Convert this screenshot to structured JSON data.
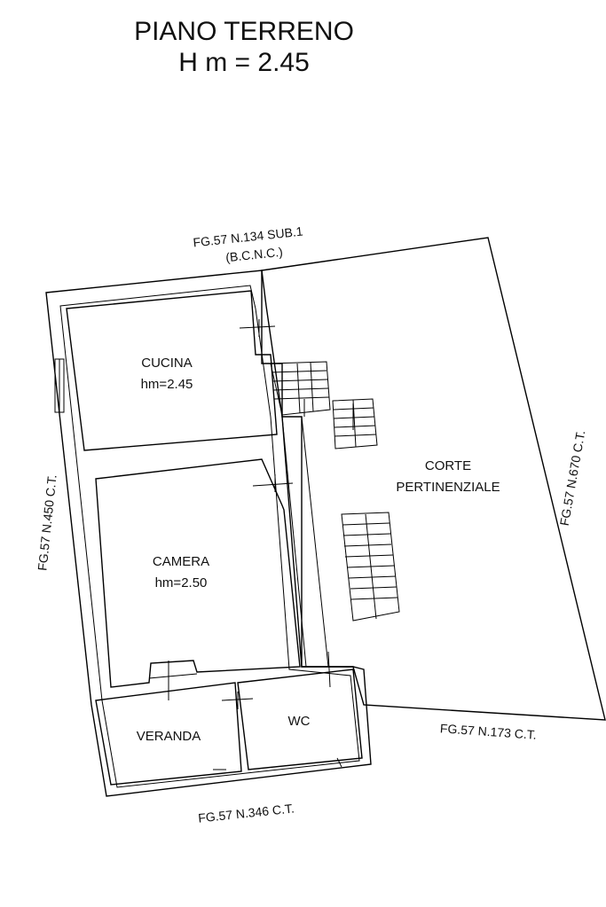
{
  "title": {
    "line1": "PIANO TERRENO",
    "line2": "H m = 2.45"
  },
  "rooms": {
    "cucina": {
      "name": "CUCINA",
      "height": "hm=2.45"
    },
    "camera": {
      "name": "CAMERA",
      "height": "hm=2.50"
    },
    "corte": {
      "line1": "CORTE",
      "line2": "PERTINENZIALE"
    },
    "veranda": {
      "name": "VERANDA"
    },
    "wc": {
      "name": "WC"
    }
  },
  "boundaries": {
    "north_line1": "FG.57 N.134 SUB.1",
    "north_line2": "(B.C.N.C.)",
    "west": "FG.57 N.450 C.T.",
    "east": "FG.57 N.670 C.T.",
    "south_east": "FG.57 N.173 C.T.",
    "south": "FG.57 N.346 C.T."
  }
}
